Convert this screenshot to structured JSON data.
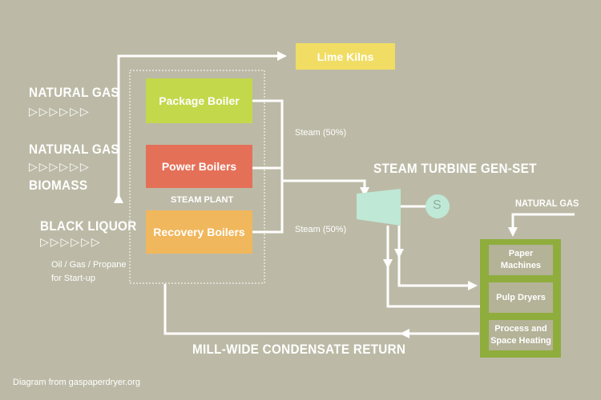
{
  "fuels": {
    "natural_gas_1": "NATURAL GAS",
    "natural_gas_2": "NATURAL GAS",
    "biomass": "BIOMASS",
    "black_liquor": "BLACK LIQUOR",
    "startup": "Oil / Gas / Propane\nfor Start-up"
  },
  "boilers": {
    "package": "Package Boiler",
    "power": "Power Boilers",
    "recovery": "Recovery Boilers",
    "steam_plant": "STEAM PLANT"
  },
  "lime_kilns": "Lime Kilns",
  "steam_split": {
    "upper": "Steam (50%)",
    "lower": "Steam (50%)"
  },
  "turbine": {
    "label": "STEAM TURBINE GEN-SET",
    "generator_symbol": "S"
  },
  "natural_gas_mill": "NATURAL GAS",
  "end_uses": {
    "paper_machines": "Paper Machines",
    "pulp_dryers": "Pulp Dryers",
    "process_heating": "Process and\nSpace Heating"
  },
  "condensate_return": "MILL-WIDE CONDENSATE RETURN",
  "credit": "Diagram from gaspaperdryer.org",
  "colors": {
    "background": "#bcbaa6",
    "package_boiler": "#c3d84a",
    "power_boilers": "#e57058",
    "recovery_boilers": "#f0b75c",
    "lime_kilns": "#f1dd63",
    "turbine": "#bfe8d6",
    "end_use_frame": "#8fad3c",
    "end_use_fill": "#b4b297",
    "flow_lines": "#ffffff"
  },
  "icons": {
    "fuel_arrow": "right-triangle-icon",
    "generator": "generator-icon",
    "turbine": "turbine-icon"
  }
}
